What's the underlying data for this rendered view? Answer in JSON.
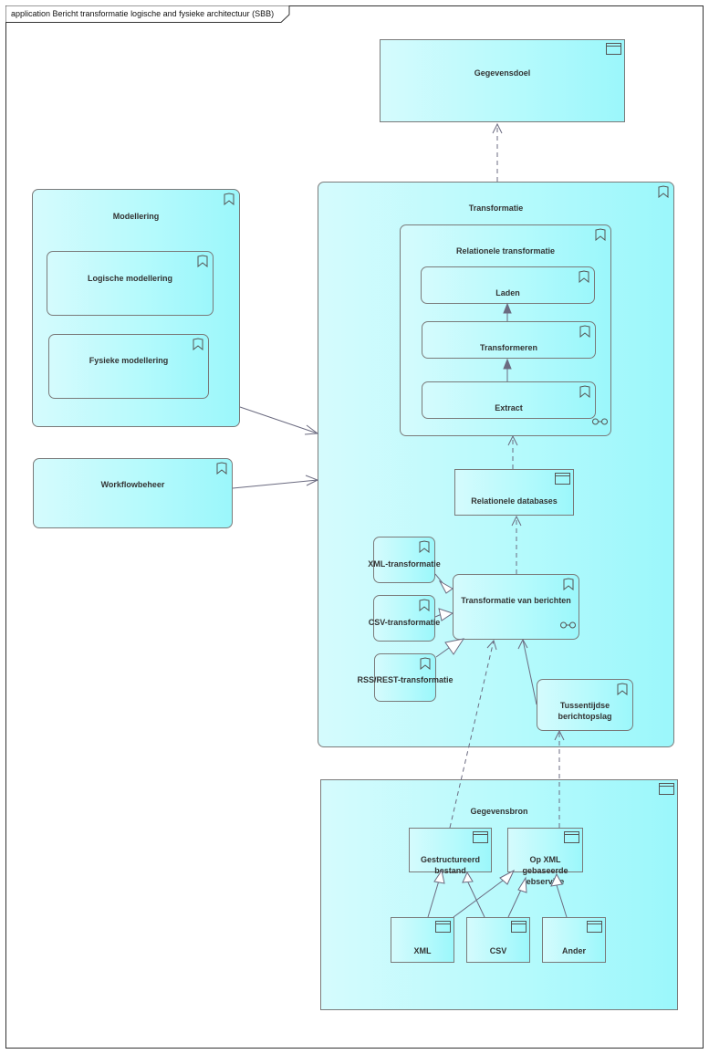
{
  "diagram": {
    "title": "application Bericht transformatie logische and fysieke architectuur (SBB)"
  },
  "nodes": {
    "gegevensdoel": "Gegevensdoel",
    "modellering": "Modellering",
    "logische_modellering": "Logische modellering",
    "fysieke_modellering": "Fysieke modellering",
    "workflowbeheer": "Workflowbeheer",
    "transformatie": "Transformatie",
    "relationele_transformatie": "Relationele transformatie",
    "laden": "Laden",
    "transformeren": "Transformeren",
    "extract": "Extract",
    "relationele_databases": "Relationele databases",
    "xml_transformatie": "XML-transformatie",
    "csv_transformatie": "CSV-transformatie",
    "rss_rest_transformatie": "RSS/REST-transformatie",
    "transformatie_van_berichten": "Transformatie van berichten",
    "tussentijdse_berichtopslag": "Tussentijdse berichtopslag",
    "gegevensbron": "Gegevensbron",
    "gestructureerd_bestand": "Gestructureerd bestand",
    "op_xml_gebaseerde_ebservice": "Op XML gebaseerde ebservice",
    "xml": "XML",
    "csv": "CSV",
    "ander": "Ander"
  },
  "icons": {
    "function": "function-icon",
    "component": "component-icon",
    "interaction": "interaction-icon"
  },
  "colors": {
    "fill_light": "#d5fbfd",
    "fill_dark": "#9bf7fb",
    "border": "#7a7a7a",
    "line": "#6b6b80"
  }
}
